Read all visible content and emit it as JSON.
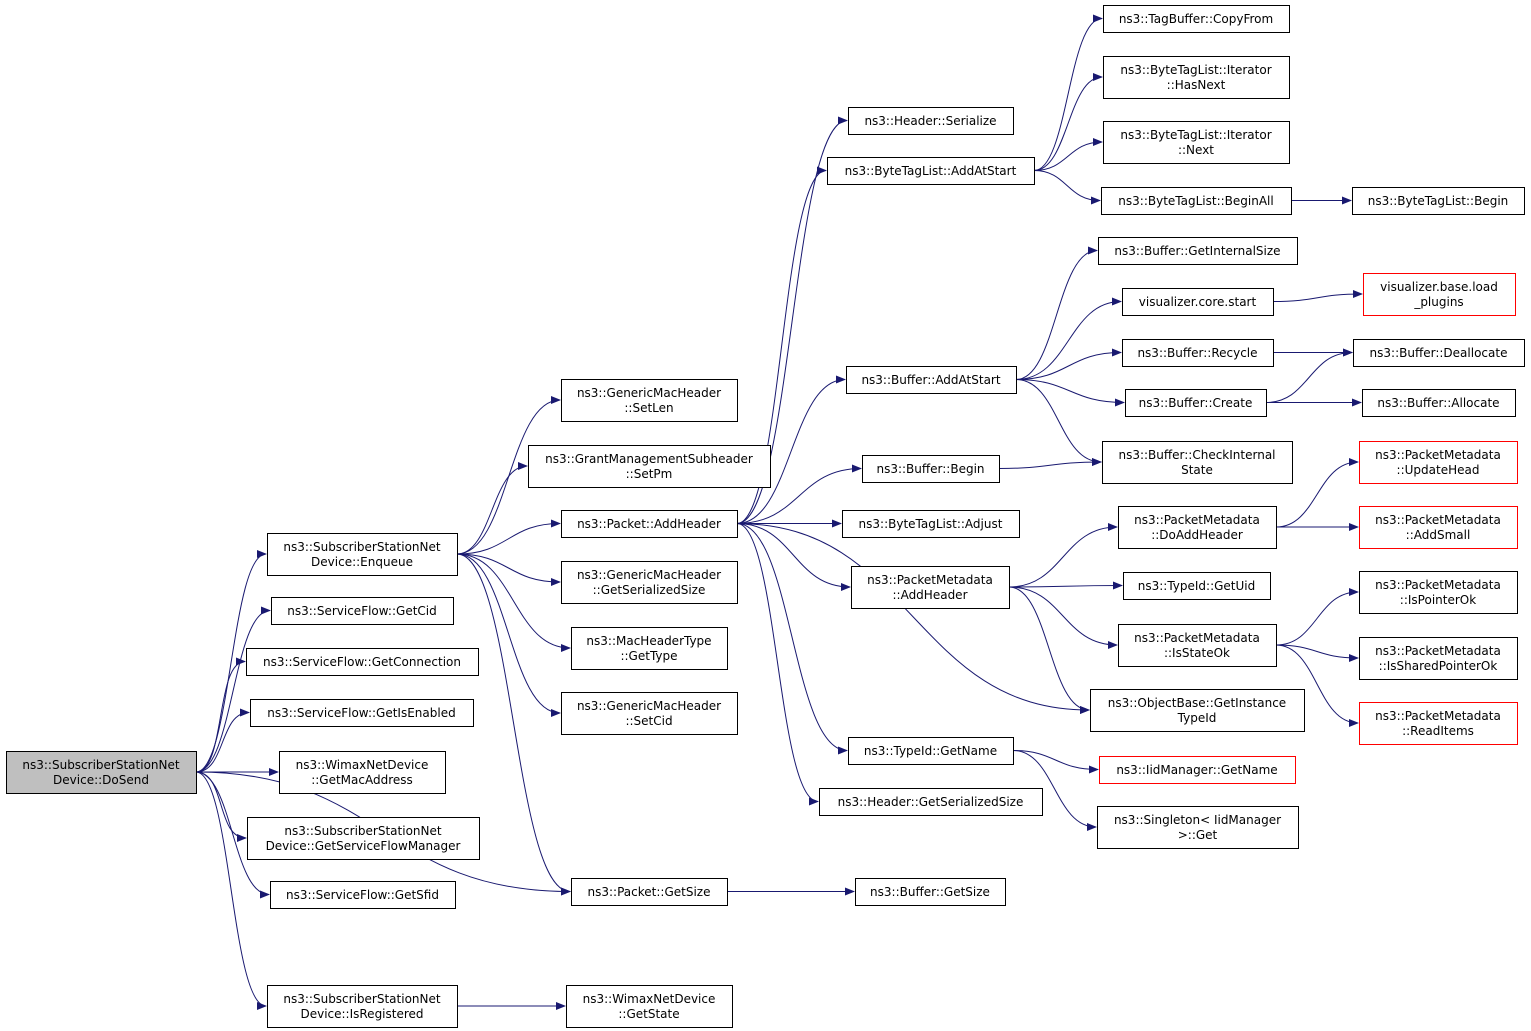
{
  "colors": {
    "edge": "#191970",
    "root_fill": "#bfbfbf",
    "truncated_border": "#ff0000",
    "node_border": "#000000"
  },
  "nodes": {
    "dosend": [
      "ns3::SubscriberStationNet",
      "Device::DoSend"
    ],
    "enqueue": [
      "ns3::SubscriberStationNet",
      "Device::Enqueue"
    ],
    "getcid": [
      "ns3::ServiceFlow::GetCid"
    ],
    "getconnection": [
      "ns3::ServiceFlow::GetConnection"
    ],
    "getisenabled": [
      "ns3::ServiceFlow::GetIsEnabled"
    ],
    "getmacaddress": [
      "ns3::WimaxNetDevice",
      "::GetMacAddress"
    ],
    "getsfm": [
      "ns3::SubscriberStationNet",
      "Device::GetServiceFlowManager"
    ],
    "getsfid": [
      "ns3::ServiceFlow::GetSfid"
    ],
    "isregistered": [
      "ns3::SubscriberStationNet",
      "Device::IsRegistered"
    ],
    "getstate": [
      "ns3::WimaxNetDevice",
      "::GetState"
    ],
    "setlen": [
      "ns3::GenericMacHeader",
      "::SetLen"
    ],
    "setpm": [
      "ns3::GrantManagementSubheader",
      "::SetPm"
    ],
    "addheader": [
      "ns3::Packet::AddHeader"
    ],
    "gmh_getsersize": [
      "ns3::GenericMacHeader",
      "::GetSerializedSize"
    ],
    "gettype": [
      "ns3::MacHeaderType",
      "::GetType"
    ],
    "setcid": [
      "ns3::GenericMacHeader",
      "::SetCid"
    ],
    "pkt_getsize": [
      "ns3::Packet::GetSize"
    ],
    "buf_getsize": [
      "ns3::Buffer::GetSize"
    ],
    "hdr_serialize": [
      "ns3::Header::Serialize"
    ],
    "btl_addatstart": [
      "ns3::ByteTagList::AddAtStart"
    ],
    "buf_addatstart": [
      "ns3::Buffer::AddAtStart"
    ],
    "buf_begin": [
      "ns3::Buffer::Begin"
    ],
    "btl_adjust": [
      "ns3::ByteTagList::Adjust"
    ],
    "pm_addheader": [
      "ns3::PacketMetadata",
      "::AddHeader"
    ],
    "typeid_getname": [
      "ns3::TypeId::GetName"
    ],
    "hdr_getsersize": [
      "ns3::Header::GetSerializedSize"
    ],
    "tagbuffer_copyfrom": [
      "ns3::TagBuffer::CopyFrom"
    ],
    "btl_iter_hasnext": [
      "ns3::ByteTagList::Iterator",
      "::HasNext"
    ],
    "btl_iter_next": [
      "ns3::ByteTagList::Iterator",
      "::Next"
    ],
    "btl_beginall": [
      "ns3::ByteTagList::BeginAll"
    ],
    "btl_begin": [
      "ns3::ByteTagList::Begin"
    ],
    "buf_getinternalsize": [
      "ns3::Buffer::GetInternalSize"
    ],
    "vis_core_start": [
      "visualizer.core.start"
    ],
    "vis_base_load": [
      "visualizer.base.load",
      "_plugins"
    ],
    "buf_recycle": [
      "ns3::Buffer::Recycle"
    ],
    "buf_deallocate": [
      "ns3::Buffer::Deallocate"
    ],
    "buf_create": [
      "ns3::Buffer::Create"
    ],
    "buf_allocate": [
      "ns3::Buffer::Allocate"
    ],
    "buf_checkinternal": [
      "ns3::Buffer::CheckInternal",
      "State"
    ],
    "pm_updatehead": [
      "ns3::PacketMetadata",
      "::UpdateHead"
    ],
    "pm_doaddheader": [
      "ns3::PacketMetadata",
      "::DoAddHeader"
    ],
    "pm_addsmall": [
      "ns3::PacketMetadata",
      "::AddSmall"
    ],
    "typeid_getuid": [
      "ns3::TypeId::GetUid"
    ],
    "pm_ispointerok": [
      "ns3::PacketMetadata",
      "::IsPointerOk"
    ],
    "pm_isstateok": [
      "ns3::PacketMetadata",
      "::IsStateOk"
    ],
    "pm_issharedpointerok": [
      "ns3::PacketMetadata",
      "::IsSharedPointerOk"
    ],
    "objbase_getinstancetypeid": [
      "ns3::ObjectBase::GetInstance",
      "TypeId"
    ],
    "pm_readitems": [
      "ns3::PacketMetadata",
      "::ReadItems"
    ],
    "iidmgr_getname": [
      "ns3::IidManager::GetName"
    ],
    "singleton_get": [
      "ns3::Singleton< IidManager",
      ">::Get"
    ]
  },
  "edges": [
    [
      "dosend",
      "enqueue"
    ],
    [
      "dosend",
      "getcid"
    ],
    [
      "dosend",
      "getconnection"
    ],
    [
      "dosend",
      "getisenabled"
    ],
    [
      "dosend",
      "getmacaddress"
    ],
    [
      "dosend",
      "getsfm"
    ],
    [
      "dosend",
      "getsfid"
    ],
    [
      "dosend",
      "pkt_getsize"
    ],
    [
      "dosend",
      "isregistered"
    ],
    [
      "enqueue",
      "setlen"
    ],
    [
      "enqueue",
      "setpm"
    ],
    [
      "enqueue",
      "addheader"
    ],
    [
      "enqueue",
      "gmh_getsersize"
    ],
    [
      "enqueue",
      "gettype"
    ],
    [
      "enqueue",
      "setcid"
    ],
    [
      "enqueue",
      "pkt_getsize"
    ],
    [
      "isregistered",
      "getstate"
    ],
    [
      "pkt_getsize",
      "buf_getsize"
    ],
    [
      "addheader",
      "hdr_serialize"
    ],
    [
      "addheader",
      "btl_addatstart"
    ],
    [
      "addheader",
      "buf_addatstart"
    ],
    [
      "addheader",
      "buf_begin"
    ],
    [
      "addheader",
      "btl_adjust"
    ],
    [
      "addheader",
      "pm_addheader"
    ],
    [
      "addheader",
      "objbase_getinstancetypeid"
    ],
    [
      "addheader",
      "typeid_getname"
    ],
    [
      "addheader",
      "hdr_getsersize"
    ],
    [
      "btl_addatstart",
      "tagbuffer_copyfrom"
    ],
    [
      "btl_addatstart",
      "btl_iter_hasnext"
    ],
    [
      "btl_addatstart",
      "btl_iter_next"
    ],
    [
      "btl_addatstart",
      "btl_beginall"
    ],
    [
      "btl_beginall",
      "btl_begin"
    ],
    [
      "buf_addatstart",
      "buf_getinternalsize"
    ],
    [
      "buf_addatstart",
      "vis_core_start"
    ],
    [
      "buf_addatstart",
      "buf_recycle"
    ],
    [
      "buf_addatstart",
      "buf_create"
    ],
    [
      "buf_addatstart",
      "buf_checkinternal"
    ],
    [
      "vis_core_start",
      "vis_base_load"
    ],
    [
      "buf_recycle",
      "buf_deallocate"
    ],
    [
      "buf_create",
      "buf_deallocate"
    ],
    [
      "buf_create",
      "buf_allocate"
    ],
    [
      "buf_begin",
      "buf_checkinternal"
    ],
    [
      "pm_addheader",
      "pm_doaddheader"
    ],
    [
      "pm_addheader",
      "typeid_getuid"
    ],
    [
      "pm_addheader",
      "pm_isstateok"
    ],
    [
      "pm_addheader",
      "objbase_getinstancetypeid"
    ],
    [
      "pm_doaddheader",
      "pm_updatehead"
    ],
    [
      "pm_doaddheader",
      "pm_addsmall"
    ],
    [
      "pm_isstateok",
      "pm_ispointerok"
    ],
    [
      "pm_isstateok",
      "pm_issharedpointerok"
    ],
    [
      "pm_isstateok",
      "pm_readitems"
    ],
    [
      "typeid_getname",
      "iidmgr_getname"
    ],
    [
      "typeid_getname",
      "singleton_get"
    ]
  ]
}
